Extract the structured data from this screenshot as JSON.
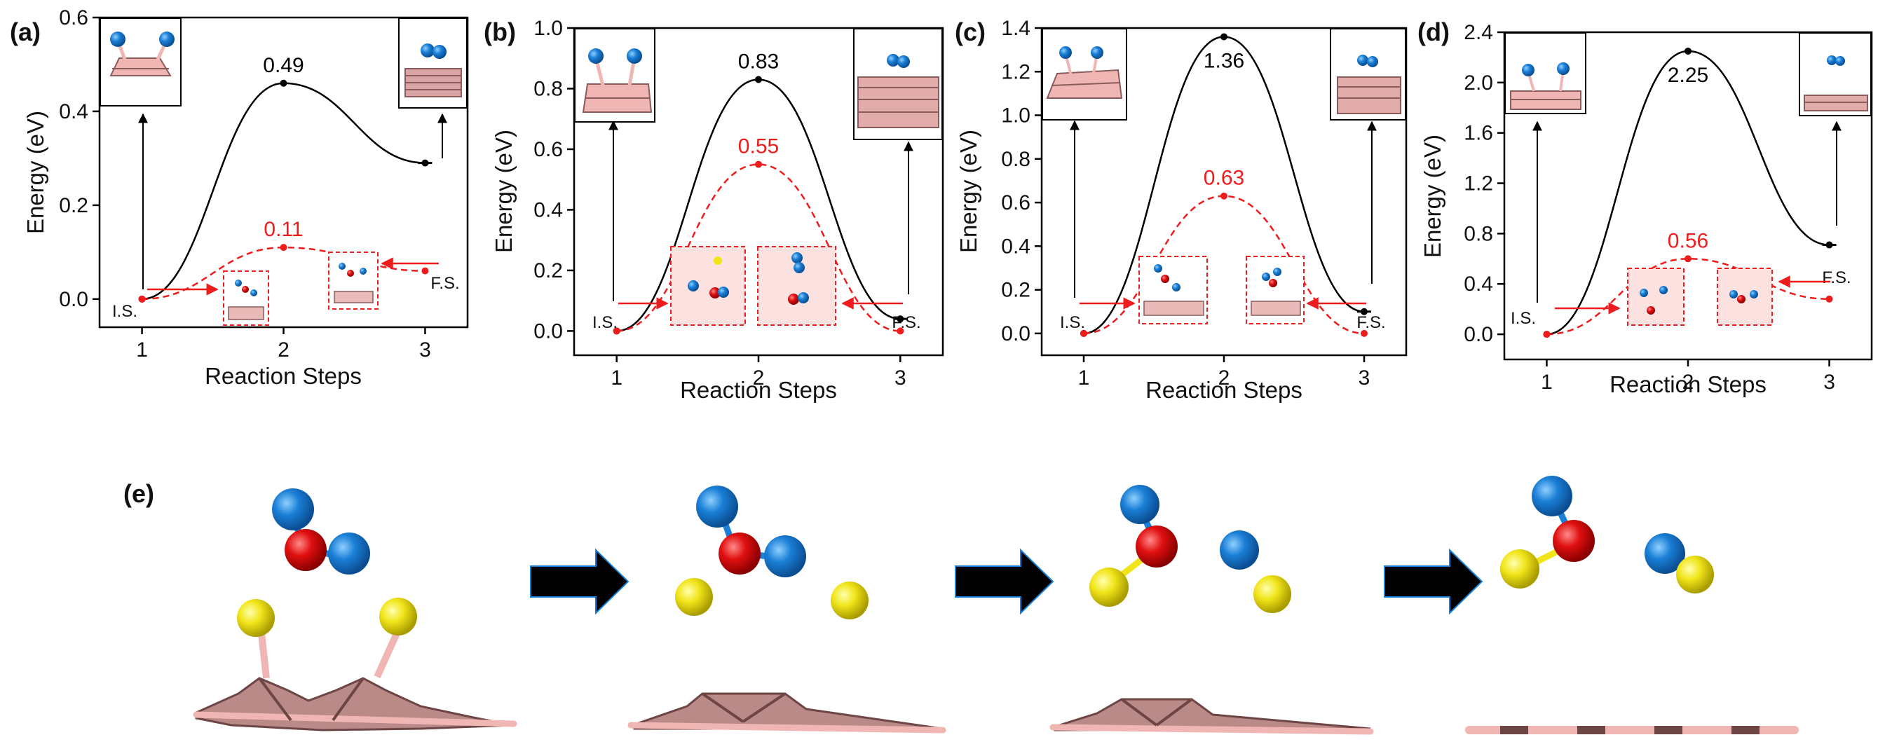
{
  "colors": {
    "uncatalyzed": "#000000",
    "catalyzed": "#ee1c1c",
    "arrow": "#000000",
    "atom_blue": "#1a7fd6",
    "atom_red": "#e01010",
    "atom_yellow": "#f1e51a",
    "substrate": "#f0b6b4",
    "substrate_dark": "#8a5b5b"
  },
  "chart_data": [
    {
      "type": "line",
      "panel_label": "(a)",
      "xlabel": "Reaction Steps",
      "ylabel": "Energy (eV)",
      "xlim": [
        0.7,
        3.3
      ],
      "ylim": [
        -0.06,
        0.6
      ],
      "x_ticks": [
        1,
        2,
        3
      ],
      "y_ticks": [
        0.0,
        0.2,
        0.4,
        0.6
      ],
      "x_tick_labels": [
        "1",
        "2",
        "3"
      ],
      "y_tick_labels": [
        "0.0",
        "0.2",
        "0.4",
        "0.6"
      ],
      "series": [
        {
          "style": "solid",
          "x": [
            1,
            2,
            3
          ],
          "values": [
            0.0,
            0.46,
            0.29
          ],
          "label": "0.49"
        },
        {
          "style": "dashed",
          "x": [
            1,
            2,
            3
          ],
          "values": [
            0.0,
            0.11,
            0.06
          ],
          "label": "0.11"
        }
      ],
      "annotations": {
        "start": "I.S.",
        "end": "F.S."
      }
    },
    {
      "type": "line",
      "panel_label": "(b)",
      "xlabel": "Reaction Steps",
      "ylabel": "Energy (eV)",
      "xlim": [
        0.7,
        3.3
      ],
      "ylim": [
        -0.08,
        1.0
      ],
      "x_ticks": [
        1,
        2,
        3
      ],
      "y_ticks": [
        0.0,
        0.2,
        0.4,
        0.6,
        0.8,
        1.0
      ],
      "x_tick_labels": [
        "1",
        "2",
        "3"
      ],
      "y_tick_labels": [
        "0.0",
        "0.2",
        "0.4",
        "0.6",
        "0.8",
        "1.0"
      ],
      "series": [
        {
          "style": "solid",
          "x": [
            1,
            2,
            3
          ],
          "values": [
            0.0,
            0.83,
            0.04
          ],
          "label": "0.83"
        },
        {
          "style": "dashed",
          "x": [
            1,
            2,
            3
          ],
          "values": [
            0.0,
            0.55,
            0.0
          ],
          "label": "0.55"
        }
      ],
      "annotations": {
        "start": "I.S.",
        "end": "F.S."
      }
    },
    {
      "type": "line",
      "panel_label": "(c)",
      "xlabel": "Reaction Steps",
      "ylabel": "Energy (eV)",
      "xlim": [
        0.7,
        3.3
      ],
      "ylim": [
        -0.1,
        1.4
      ],
      "x_ticks": [
        1,
        2,
        3
      ],
      "y_ticks": [
        0.0,
        0.2,
        0.4,
        0.6,
        0.8,
        1.0,
        1.2,
        1.4
      ],
      "x_tick_labels": [
        "1",
        "2",
        "3"
      ],
      "y_tick_labels": [
        "0.0",
        "0.2",
        "0.4",
        "0.6",
        "0.8",
        "1.0",
        "1.2",
        "1.4"
      ],
      "series": [
        {
          "style": "solid",
          "x": [
            1,
            2,
            3
          ],
          "values": [
            0.0,
            1.36,
            0.1
          ],
          "label": "1.36"
        },
        {
          "style": "dashed",
          "x": [
            1,
            2,
            3
          ],
          "values": [
            0.0,
            0.63,
            0.0
          ],
          "label": "0.63"
        }
      ],
      "annotations": {
        "start": "I.S.",
        "end": "F.S."
      }
    },
    {
      "type": "line",
      "panel_label": "(d)",
      "xlabel": "Reaction Steps",
      "ylabel": "Energy (eV)",
      "xlim": [
        0.7,
        3.3
      ],
      "ylim": [
        -0.2,
        2.4
      ],
      "x_ticks": [
        1,
        2,
        3
      ],
      "y_ticks": [
        0.0,
        0.4,
        0.8,
        1.2,
        1.6,
        2.0,
        2.4
      ],
      "x_tick_labels": [
        "1",
        "2",
        "3"
      ],
      "y_tick_labels": [
        "0.0",
        "0.4",
        "0.8",
        "1.2",
        "1.6",
        "2.0",
        "2.4"
      ],
      "series": [
        {
          "style": "solid",
          "x": [
            1,
            2,
            3
          ],
          "values": [
            0.0,
            2.25,
            0.71
          ],
          "label": "2.25"
        },
        {
          "style": "dashed",
          "x": [
            1,
            2,
            3
          ],
          "values": [
            0.0,
            0.6,
            0.28
          ],
          "label": "0.56"
        }
      ],
      "annotations": {
        "start": "I.S.",
        "end": "F.S."
      }
    }
  ],
  "panel_e": {
    "label": "(e)"
  }
}
